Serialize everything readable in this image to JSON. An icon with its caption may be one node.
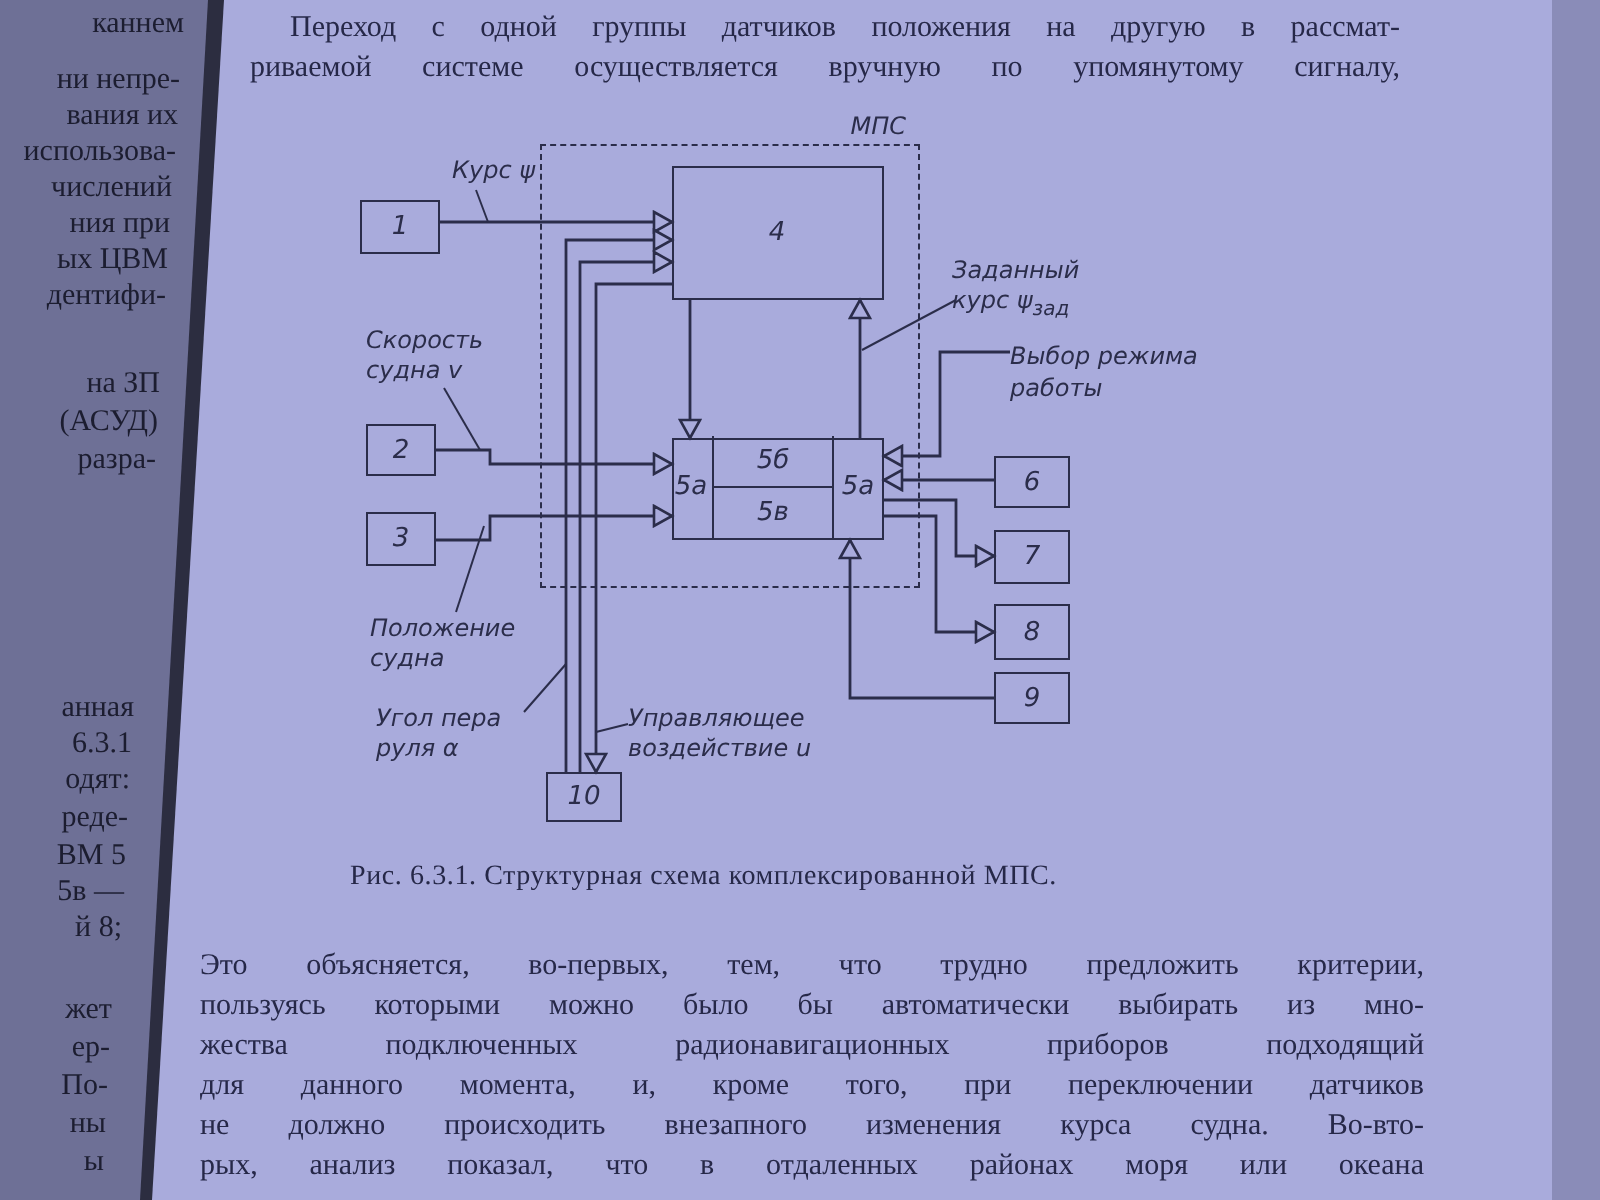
{
  "diagram": {
    "caption": "Рис. 6.3.1. Структурная схема комплексированной МПС.",
    "nodes": [
      {
        "text": [
          "МПС"
        ]
      },
      {
        "text": [
          "1"
        ]
      },
      {
        "text": [
          "4"
        ],
        "in": 0
      },
      {
        "text": [
          "2"
        ]
      },
      {
        "text": [
          "3"
        ]
      },
      {
        "text": [],
        "shape": "box",
        "in": 0
      },
      {
        "text": [
          "5а"
        ],
        "in": 5
      },
      {
        "text": [
          "5б"
        ],
        "in": 5
      },
      {
        "text": [
          "5в"
        ],
        "in": 5
      },
      {
        "text": [
          "5а"
        ],
        "in": 5
      },
      {
        "text": [
          "6"
        ]
      },
      {
        "text": [
          "7"
        ]
      },
      {
        "text": [
          "8"
        ]
      },
      {
        "text": [
          "9"
        ]
      },
      {
        "text": [
          "10"
        ]
      },
      {
        "text": [
          "Выбор режима работы"
        ]
      }
    ],
    "edges": [
      {
        "from": 1,
        "to": 2,
        "arrow": "to",
        "label": "Курс ψ"
      },
      {
        "from": 14,
        "to": 2,
        "arrow": "to",
        "label": "Угол пера руля α"
      },
      {
        "from": 14,
        "to": 2,
        "arrow": "to"
      },
      {
        "from": 2,
        "to": 14,
        "arrow": "to",
        "label": "Управляющее воздействие *u*"
      },
      {
        "from": 2,
        "to": 6,
        "arrow": "to"
      },
      {
        "from": 3,
        "to": 6,
        "arrow": "to",
        "label": "Скорость судна *v*"
      },
      {
        "from": 4,
        "to": 6,
        "arrow": "to",
        "label": "Положение судна"
      },
      {
        "from": 9,
        "to": 2,
        "arrow": "to",
        "label": "Заданный курс ψ$_{зад}$"
      },
      {
        "from": 15,
        "to": 9,
        "arrow": "to"
      },
      {
        "from": 10,
        "to": 9,
        "arrow": "to"
      },
      {
        "from": 9,
        "to": 11,
        "arrow": "to"
      },
      {
        "from": 9,
        "to": 12,
        "arrow": "to"
      },
      {
        "from": 13,
        "to": 9,
        "arrow": "to"
      }
    ],
    "labels": [
      "каннем",
      "ни непре-",
      "вания их",
      "использова-",
      "числений",
      "ния при",
      "ых ЦВМ",
      "дентифи-",
      "на ЗП",
      "(АСУД)",
      "разра-",
      "анная",
      "6.3.1",
      "одят:",
      "реде-",
      "ВМ 5",
      "5в —",
      "й 8;",
      "жет",
      "ер-",
      "По-",
      "ны",
      "ы",
      "Переход с одной группы датчиков положения на другую в рассмат-",
      "риваемой системе осуществляется вручную по упомянутому сигналу,",
      "Это объясняется, во-первых, тем, что трудно предложить критерии,",
      "пользуясь которыми можно было бы автоматически выбирать из мно-",
      "жества подключенных радионавигационных приборов подходящий",
      "для данного момента, и, кроме того, при переключении датчиков",
      "не должно происходить внезапного изменения курса судна. Во-вто-",
      "рых, анализ показал, что в отдаленных районах моря или океана"
    ]
  }
}
